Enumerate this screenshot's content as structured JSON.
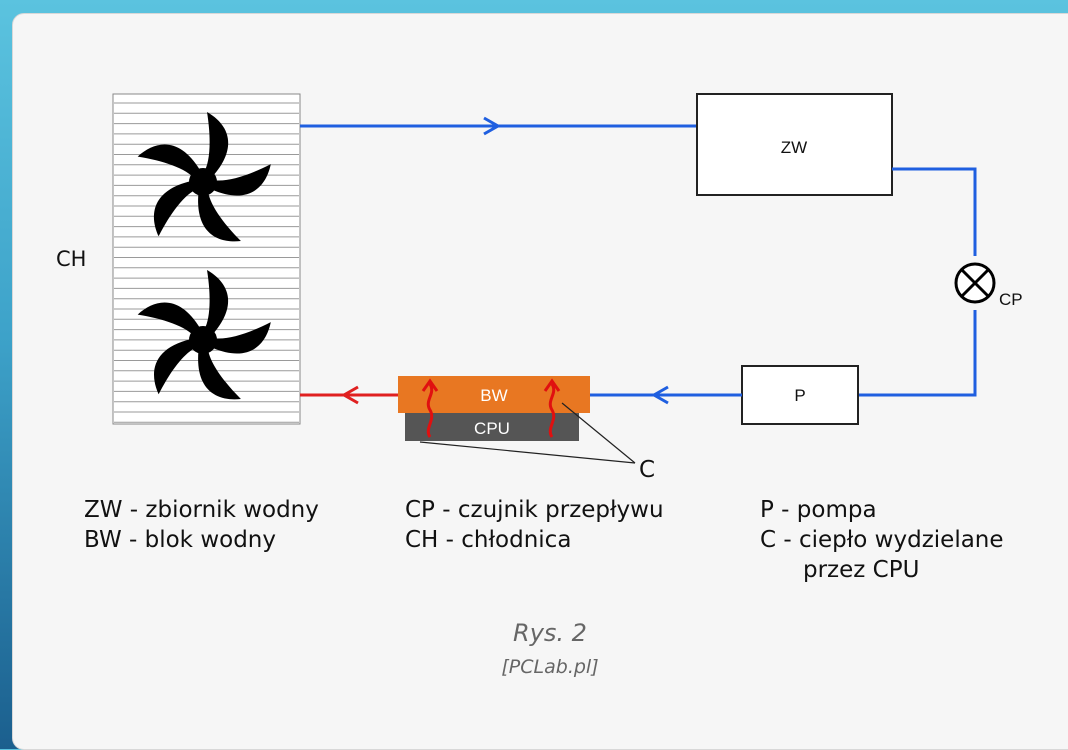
{
  "labels": {
    "ch": "CH",
    "zw": "ZW",
    "cp": "CP",
    "p": "P",
    "bw": "BW",
    "cpu": "CPU",
    "c": "C"
  },
  "legend": {
    "col1": [
      "ZW - zbiornik wodny",
      "BW - blok wodny"
    ],
    "col2": [
      "CP - czujnik przepływu",
      "CH - chłodnica"
    ],
    "col3": [
      "P - pompa",
      "C - ciepło wydzielane",
      "przez CPU"
    ]
  },
  "caption": {
    "figure": "Rys. 2",
    "source": "[PCLab.pl]"
  },
  "colors": {
    "cold_pipe": "#1f5fe0",
    "hot_pipe": "#e02020",
    "water_block": "#e87722",
    "cpu": "#555555",
    "heat_arrow": "#e01010",
    "fan": "#000000"
  }
}
